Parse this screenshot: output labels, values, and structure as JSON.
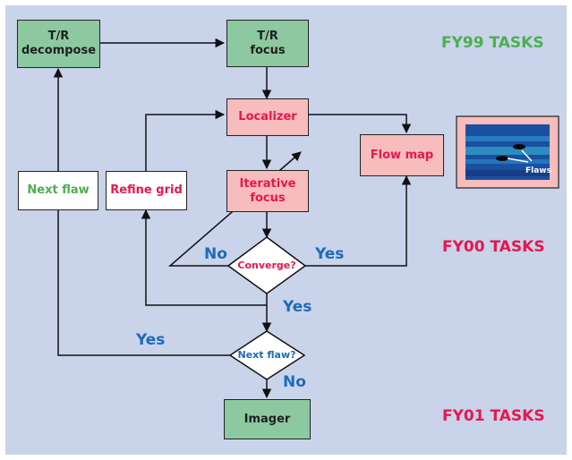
{
  "colors": {
    "background": "#c9d3ea",
    "task_green": "#8cc9a0",
    "task_pink": "#f7bcbc",
    "fy99": "#4caf50",
    "fy00": "#e6174f",
    "fy01": "#e6174f",
    "yes_no": "#1e6bb8"
  },
  "boxes": {
    "tr_decompose": "T/R\ndecompose",
    "tr_focus": "T/R\nfocus",
    "localizer": "Localizer",
    "iterative_focus": "Iterative\nfocus",
    "flow_map": "Flow map",
    "refine_grid": "Refine grid",
    "next_flaw": "Next flaw",
    "imager": "Imager"
  },
  "decisions": {
    "converge": "Converge?",
    "next_flaw": "Next flaw?"
  },
  "edge_labels": {
    "converge_no": "No",
    "converge_yes_right": "Yes",
    "converge_yes_down": "Yes",
    "nextflaw_yes": "Yes",
    "nextflaw_no": "No"
  },
  "phases": {
    "fy99": "FY99 TASKS",
    "fy00": "FY00 TASKS",
    "fy01": "FY01 TASKS"
  },
  "flow_image": {
    "label": "Flaws"
  }
}
